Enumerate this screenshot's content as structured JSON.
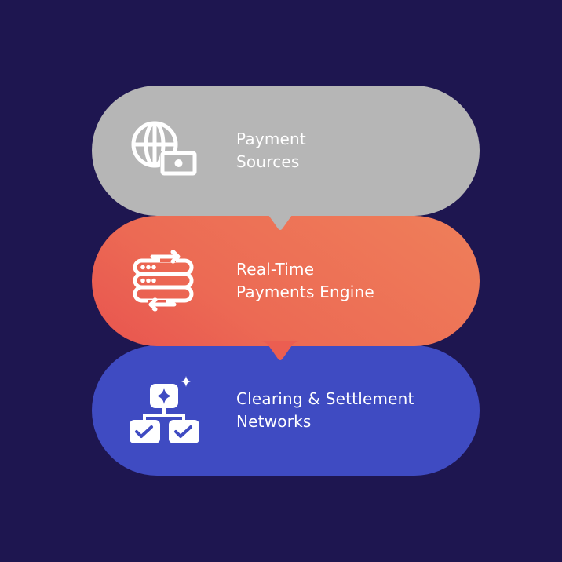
{
  "colors": {
    "background": "#1E1650",
    "step1": "#B6B6B6",
    "step2_start": "#E8544F",
    "step2_end": "#EF7F5A",
    "step3": "#3F4BC2",
    "text": "#FFFFFF"
  },
  "steps": [
    {
      "icon": "globe-money-icon",
      "line1": "Payment",
      "line2": "Sources"
    },
    {
      "icon": "server-sync-icon",
      "line1": "Real-Time",
      "line2": "Payments Engine"
    },
    {
      "icon": "hierarchy-check-icon",
      "line1": "Clearing & Settlement",
      "line2": "Networks"
    }
  ]
}
